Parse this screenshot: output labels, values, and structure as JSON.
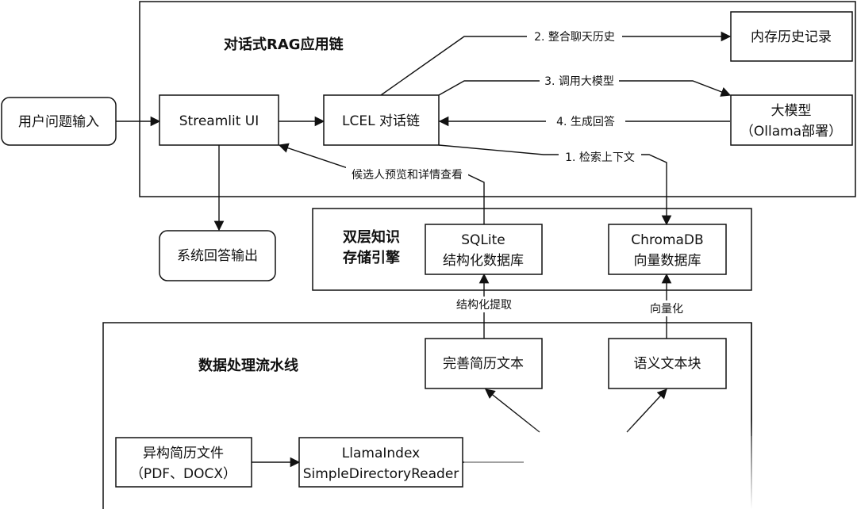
{
  "groups": {
    "rag": {
      "title": "对话式RAG应用链"
    },
    "storage": {
      "title_lines": [
        "双层知识",
        "存储引擎"
      ]
    },
    "pipeline": {
      "title": "数据处理流水线"
    }
  },
  "nodes": {
    "user_input": {
      "lines": [
        "用户问题输入"
      ]
    },
    "streamlit": {
      "lines": [
        "Streamlit UI"
      ]
    },
    "lcel": {
      "lines": [
        "LCEL 对话链"
      ]
    },
    "memory": {
      "lines": [
        "内存历史记录"
      ]
    },
    "llm": {
      "lines": [
        "大模型",
        "（Ollama部署）"
      ]
    },
    "system_output": {
      "lines": [
        "系统回答输出"
      ]
    },
    "sqlite": {
      "lines": [
        "SQLite",
        "结构化数据库"
      ]
    },
    "chromadb": {
      "lines": [
        "ChromaDB",
        "向量数据库"
      ]
    },
    "full_text": {
      "lines": [
        "完善简历文本"
      ]
    },
    "semantic_chunks": {
      "lines": [
        "语义文本块"
      ]
    },
    "resume_files": {
      "lines": [
        "异构简历文件",
        "（PDF、DOCX）"
      ]
    },
    "llamaindex": {
      "lines": [
        "LlamaIndex",
        "SimpleDirectoryReader"
      ]
    }
  },
  "edges": {
    "history": "2. 整合聊天历史",
    "call_llm": "3. 调用大模型",
    "gen_answer": "4. 生成回答",
    "retrieve": "1. 检索上下文",
    "preview": "候选人预览和详情查看",
    "structured": "结构化提取",
    "vectorize": "向量化"
  }
}
